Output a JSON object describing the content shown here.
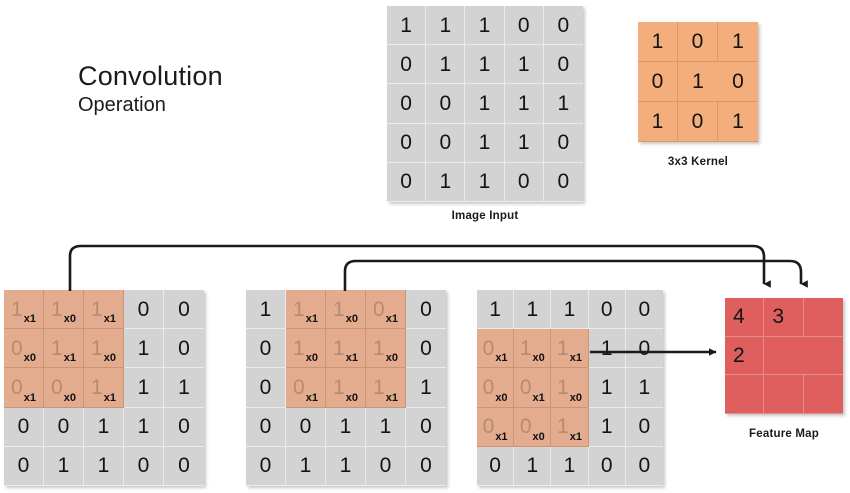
{
  "title": {
    "line1": "Convolution",
    "line2": "Operation"
  },
  "colors": {
    "input_cell": "#d3d3d3",
    "kernel_cell": "#f3ae7c",
    "highlight_cell": "#e3ac8e",
    "feature_map_cell": "#df5f5f",
    "text": "#141414",
    "connector": "#1a1a1a"
  },
  "image_input": {
    "caption": "Image Input",
    "rows": [
      [
        "1",
        "1",
        "1",
        "0",
        "0"
      ],
      [
        "0",
        "1",
        "1",
        "1",
        "0"
      ],
      [
        "0",
        "0",
        "1",
        "1",
        "1"
      ],
      [
        "0",
        "0",
        "1",
        "1",
        "0"
      ],
      [
        "0",
        "1",
        "1",
        "0",
        "0"
      ]
    ]
  },
  "kernel": {
    "caption": "3x3 Kernel",
    "rows": [
      [
        "1",
        "0",
        "1"
      ],
      [
        "0",
        "1",
        "0"
      ],
      [
        "1",
        "0",
        "1"
      ]
    ]
  },
  "steps": [
    {
      "name": "step-1",
      "window_row": 0,
      "window_col": 0,
      "rows": [
        [
          "1",
          "1",
          "1",
          "0",
          "0"
        ],
        [
          "0",
          "1",
          "1",
          "1",
          "0"
        ],
        [
          "0",
          "0",
          "1",
          "1",
          "1"
        ],
        [
          "0",
          "0",
          "1",
          "1",
          "0"
        ],
        [
          "0",
          "1",
          "1",
          "0",
          "0"
        ]
      ],
      "subscripts": [
        [
          "x1",
          "x0",
          "x1"
        ],
        [
          "x0",
          "x1",
          "x0"
        ],
        [
          "x1",
          "x0",
          "x1"
        ]
      ],
      "result": "4"
    },
    {
      "name": "step-2",
      "window_row": 0,
      "window_col": 1,
      "rows": [
        [
          "1",
          "1",
          "1",
          "0",
          "0"
        ],
        [
          "0",
          "1",
          "1",
          "1",
          "0"
        ],
        [
          "0",
          "0",
          "1",
          "1",
          "1"
        ],
        [
          "0",
          "0",
          "1",
          "1",
          "0"
        ],
        [
          "0",
          "1",
          "1",
          "0",
          "0"
        ]
      ],
      "subscripts": [
        [
          "x1",
          "x0",
          "x1"
        ],
        [
          "x0",
          "x1",
          "x0"
        ],
        [
          "x1",
          "x0",
          "x1"
        ]
      ],
      "result": "3"
    },
    {
      "name": "step-3",
      "window_row": 1,
      "window_col": 0,
      "rows": [
        [
          "1",
          "1",
          "1",
          "0",
          "0"
        ],
        [
          "0",
          "1",
          "1",
          "1",
          "0"
        ],
        [
          "0",
          "0",
          "1",
          "1",
          "1"
        ],
        [
          "0",
          "0",
          "1",
          "1",
          "0"
        ],
        [
          "0",
          "1",
          "1",
          "0",
          "0"
        ]
      ],
      "subscripts": [
        [
          "x1",
          "x0",
          "x1"
        ],
        [
          "x0",
          "x1",
          "x0"
        ],
        [
          "x1",
          "x0",
          "x1"
        ]
      ],
      "result": "2"
    }
  ],
  "feature_map": {
    "caption": "Feature Map",
    "rows": [
      [
        "4",
        "3",
        ""
      ],
      [
        "2",
        "",
        ""
      ],
      [
        "",
        "",
        ""
      ]
    ]
  }
}
